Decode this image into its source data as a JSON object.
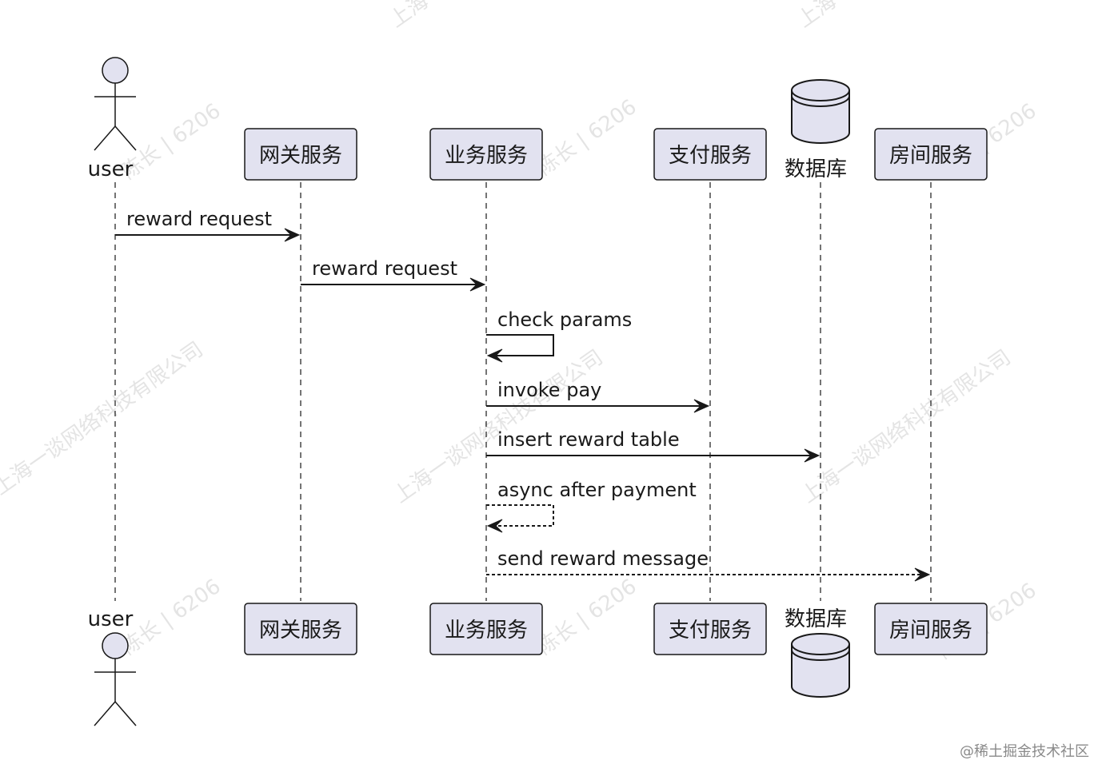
{
  "participants": [
    {
      "id": "user",
      "label": "user",
      "kind": "actor"
    },
    {
      "id": "gateway",
      "label": "网关服务",
      "kind": "participant"
    },
    {
      "id": "business",
      "label": "业务服务",
      "kind": "participant"
    },
    {
      "id": "payment",
      "label": "支付服务",
      "kind": "participant"
    },
    {
      "id": "database",
      "label": "数据库",
      "kind": "database"
    },
    {
      "id": "room",
      "label": "房间服务",
      "kind": "participant"
    }
  ],
  "messages": [
    {
      "from": "user",
      "to": "gateway",
      "label": "reward request",
      "style": "solid"
    },
    {
      "from": "gateway",
      "to": "business",
      "label": "reward request",
      "style": "solid"
    },
    {
      "from": "business",
      "to": "business",
      "label": "check params",
      "style": "solid"
    },
    {
      "from": "business",
      "to": "payment",
      "label": "invoke pay",
      "style": "solid"
    },
    {
      "from": "business",
      "to": "database",
      "label": "insert reward table",
      "style": "solid"
    },
    {
      "from": "business",
      "to": "business",
      "label": "async after payment",
      "style": "dashed"
    },
    {
      "from": "business",
      "to": "room",
      "label": "send reward message",
      "style": "dashed"
    }
  ],
  "watermark": {
    "company": "上海一谈网络科技有限公司",
    "city": "上海",
    "name_tag": "陈长 | 6206"
  },
  "footer": {
    "credit": "@稀土掘金技术社区"
  },
  "colors": {
    "participant_fill": "#e2e2f0",
    "line": "#181818",
    "text": "#1a1a1a"
  }
}
